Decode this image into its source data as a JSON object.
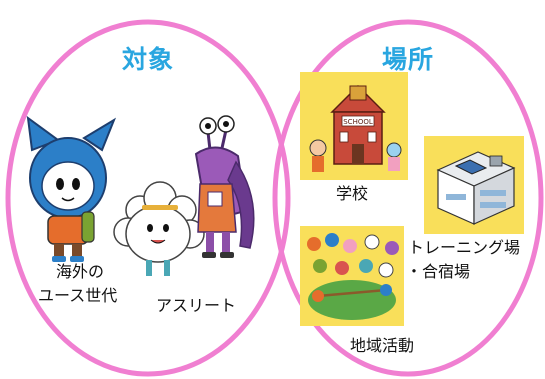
{
  "left_group": {
    "title": "対象",
    "items": [
      {
        "label_line1": "海外の",
        "label_line2": "ユース世代"
      },
      {
        "label": "アスリート"
      }
    ]
  },
  "right_group": {
    "title": "場所",
    "items": [
      {
        "label": "学校",
        "sign_text": "SCHOOL"
      },
      {
        "label_line1": "トレーニング場",
        "label_line2": "・合宿場"
      },
      {
        "label": "地域活動"
      }
    ]
  },
  "colors": {
    "ellipse": "#f07fd1",
    "heading": "#29a6e0",
    "tile_bg": "#f9df5a"
  }
}
